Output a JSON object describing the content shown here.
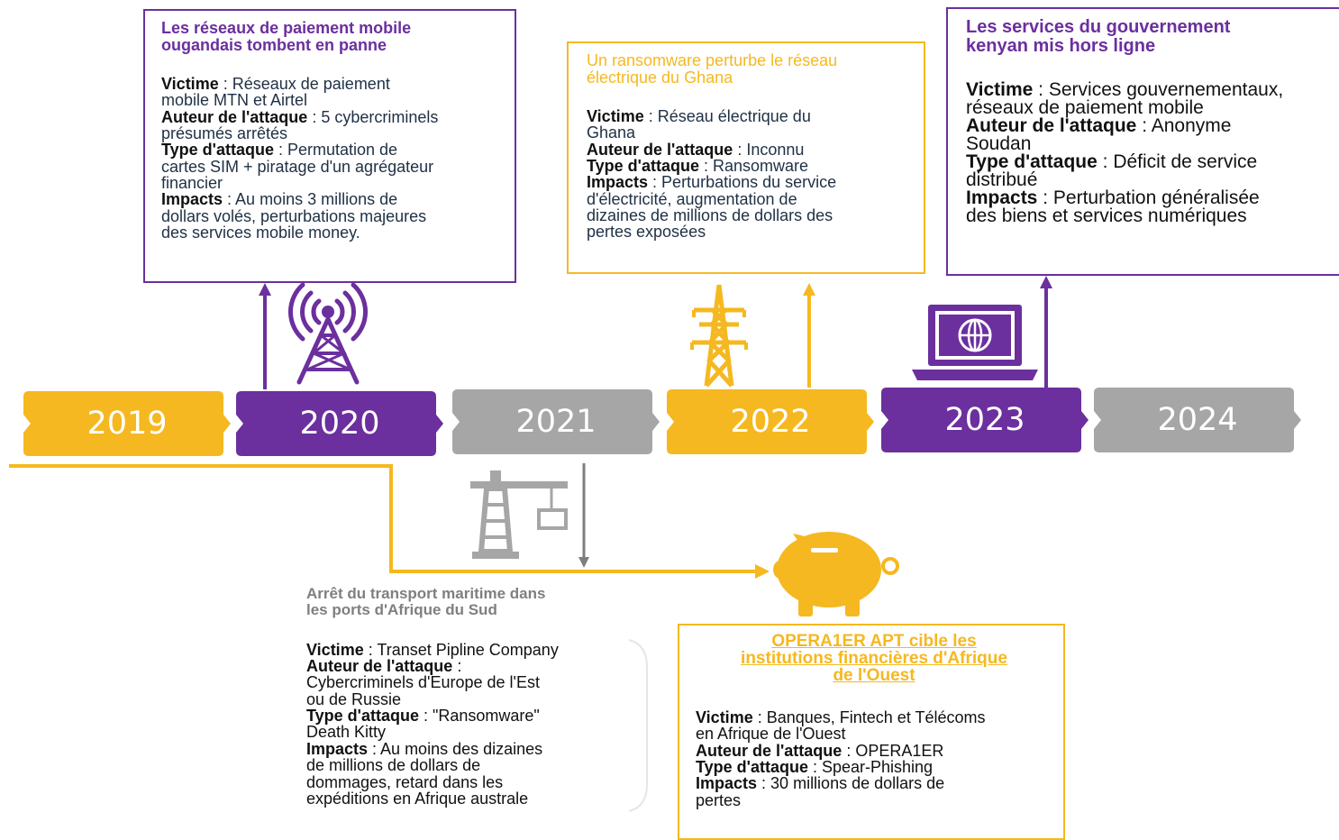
{
  "colors": {
    "purple": "#6b2f9e",
    "yellow": "#f5b820",
    "gray": "#a6a6a6",
    "text": "#1f3044"
  },
  "timeline": {
    "years": [
      {
        "label": "2019",
        "color": "yellow"
      },
      {
        "label": "2020",
        "color": "purple"
      },
      {
        "label": "2021",
        "color": "gray"
      },
      {
        "label": "2022",
        "color": "yellow"
      },
      {
        "label": "2023",
        "color": "purple"
      },
      {
        "label": "2024",
        "color": "gray"
      }
    ]
  },
  "labels": {
    "victim": "Victime",
    "author": "Auteur de l'attaque",
    "type": "Type d'attaque",
    "impacts": "Impacts"
  },
  "events": {
    "uganda": {
      "title_line1": "Les réseaux de paiement mobile",
      "title_line2": "ougandais tombent en panne",
      "victim_1": "Réseaux de paiement",
      "victim_2": "mobile MTN et Airtel",
      "author_1": "5 cybercriminels",
      "author_2": "présumés arrêtés",
      "type_1": "Permutation de",
      "type_2": "cartes SIM + piratage d'un agrégateur",
      "type_3": "financier",
      "impacts_1": "Au moins 3 millions de",
      "impacts_2": "dollars volés, perturbations majeures",
      "impacts_3": "des services mobile money.",
      "icon": "cell-tower-icon"
    },
    "south_africa": {
      "title_line1": "Arrêt du transport maritime dans",
      "title_line2": "les ports d'Afrique du Sud",
      "victim_1": "Transet Pipline Company",
      "author_1": "Cybercriminels d'Europe de l'Est",
      "author_2": "ou de Russie",
      "type_1": "\"Ransomware\"",
      "type_2": "Death Kitty",
      "impacts_1": "Au moins des dizaines",
      "impacts_2": "de millions de dollars de",
      "impacts_3": "dommages, retard dans les",
      "impacts_4": "expéditions en Afrique australe",
      "icon": "port-crane-icon"
    },
    "ghana": {
      "title_line1": "Un ransomware perturbe le réseau",
      "title_line2": "électrique du Ghana",
      "victim_1": "Réseau électrique du",
      "victim_2": "Ghana",
      "author_1": "Inconnu",
      "type_1": "Ransomware",
      "impacts_1": "Perturbations du service",
      "impacts_2": "d'électricité, augmentation de",
      "impacts_3": "dizaines de millions de dollars des",
      "impacts_4": "pertes exposées",
      "icon": "power-pylon-icon"
    },
    "opera1er": {
      "title_line1": "OPERA1ER APT cible les",
      "title_line2": "institutions financières d'Afrique",
      "title_line3": "de l'Ouest",
      "victim_1": "Banques, Fintech et Télécoms",
      "victim_2": "en Afrique de l'Ouest",
      "author_1": "OPERA1ER",
      "type_1": "Spear-Phishing",
      "impacts_1": "30 millions de dollars de",
      "impacts_2": "pertes",
      "icon": "piggy-bank-icon"
    },
    "kenya": {
      "title_line1": "Les services du gouvernement",
      "title_line2": "kenyan mis hors ligne",
      "victim_1": "Services gouvernementaux,",
      "victim_2": "réseaux de paiement mobile",
      "author_1": "Anonyme",
      "author_2": "Soudan",
      "type_1": "Déficit de service",
      "type_2": "distribué",
      "impacts_1": "Perturbation généralisée",
      "impacts_2": "des biens et services numériques",
      "icon": "laptop-globe-icon"
    }
  }
}
